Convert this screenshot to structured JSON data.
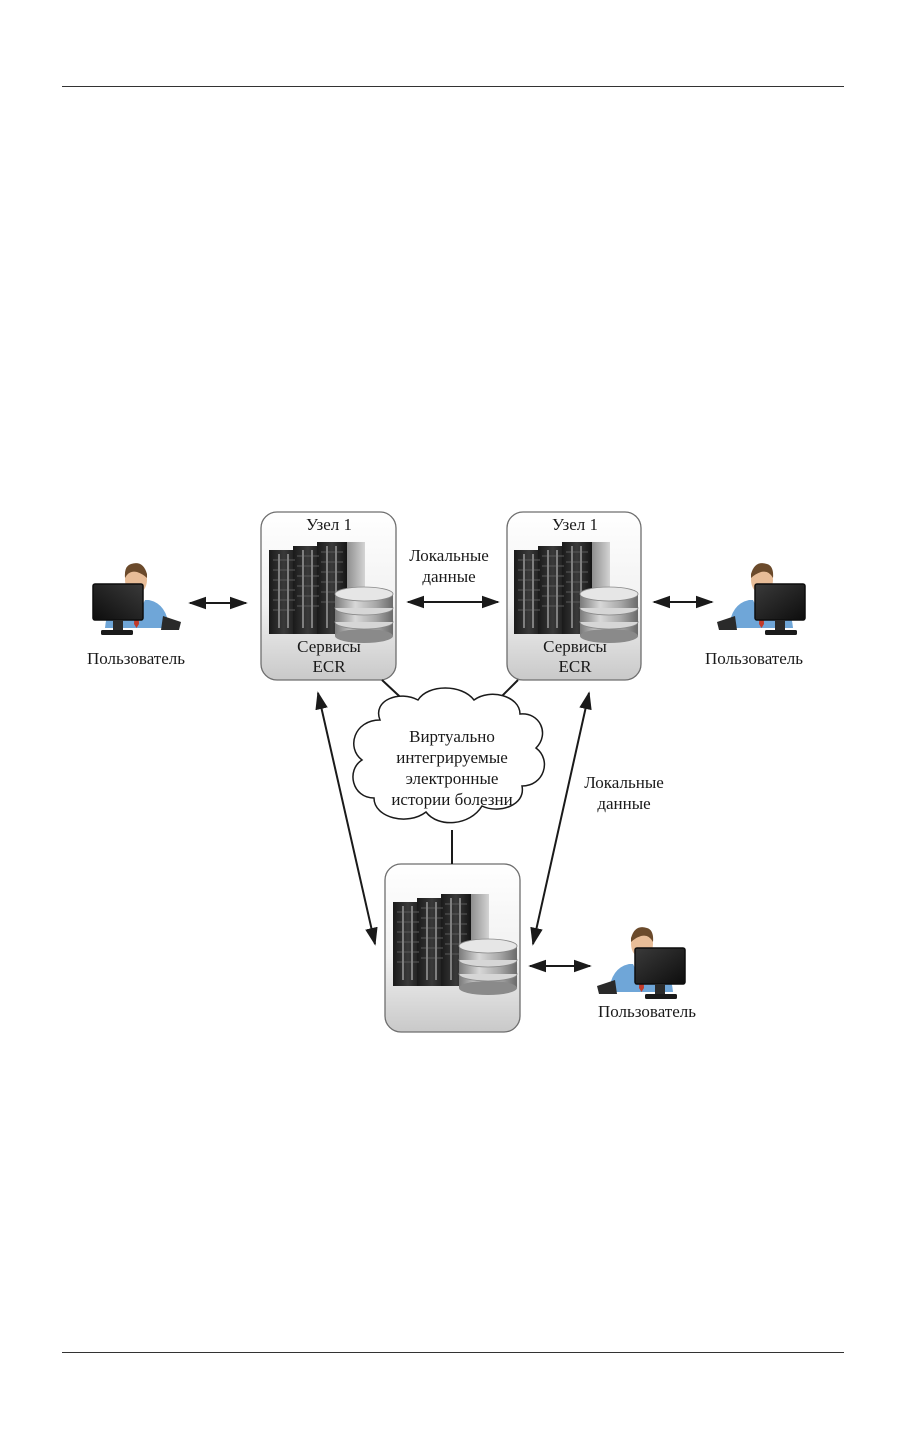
{
  "diagram": {
    "nodes": {
      "left": {
        "title": "Узел 1",
        "caption_line1": "Сервисы",
        "caption_line2": "ECR"
      },
      "right": {
        "title": "Узел 1",
        "caption_line1": "Сервисы",
        "caption_line2": "ECR"
      },
      "bottom": {
        "title": "",
        "caption_line1": "",
        "caption_line2": ""
      }
    },
    "cloud": {
      "line1": "Виртуально",
      "line2": "интегрируемые",
      "line3": "электронные",
      "line4": "истории болезни"
    },
    "links": {
      "top_line1": "Локальные",
      "top_line2": "данные",
      "right_line1": "Локальные",
      "right_line2": "данные"
    },
    "users": {
      "left": "Пользователь",
      "right": "Пользователь",
      "bottom": "Пользователь"
    },
    "colors": {
      "node_border": "#6e6e6e",
      "server_dark": "#2b2b2b",
      "database": "#9c9c9c",
      "arrow": "#1a1a1a",
      "shirt": "#6fa6d8",
      "tie": "#c23a2a"
    }
  }
}
